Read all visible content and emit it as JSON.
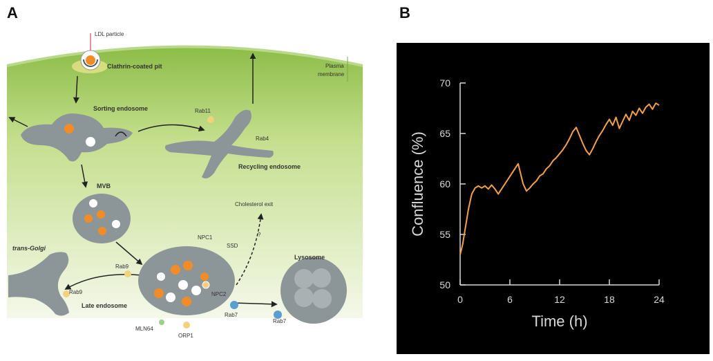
{
  "panel_a": {
    "letter": "A",
    "labels": {
      "ldl": "LDL particle",
      "clathrin": "Clathrin-coated pit",
      "plasma": "Plasma",
      "membrane": "membrane",
      "sorting": "Sorting endosome",
      "rab11": "Rab11",
      "rab4": "Rab4",
      "recycling": "Recycling endosome",
      "mvb": "MVB",
      "chol_exit": "Cholesterol exit",
      "question": "?",
      "npc1": "NPC1",
      "ssd": "SSD",
      "trans_golgi": "trans-Golgi",
      "rab9a": "Rab9",
      "rab9b": "Rab9",
      "late": "Late endosome",
      "npc2": "NPC2",
      "mln64": "MLN64",
      "orp1": "ORP1",
      "rab7a": "Rab7",
      "rab7b": "Rab7",
      "lysosome": "Lysosome"
    },
    "colors": {
      "cell_top": "#8cbd47",
      "cell_bottom": "#f3f7e6",
      "organelle": "#8c9597",
      "cargo": "#f28c28"
    }
  },
  "panel_b": {
    "letter": "B",
    "colors": {
      "background": "#000000",
      "line": "#f5a04a",
      "axis": "#d9d9d9"
    }
  },
  "chart_data": {
    "type": "line",
    "xlabel": "Time (h)",
    "ylabel": "Confluence (%)",
    "xlim": [
      0,
      24
    ],
    "ylim": [
      50,
      70
    ],
    "xticks": [
      0,
      6,
      12,
      18,
      24
    ],
    "yticks": [
      50,
      55,
      60,
      65,
      70
    ],
    "grid": false,
    "series": [
      {
        "x": [
          0,
          0.3,
          0.6,
          1.0,
          1.4,
          1.8,
          2.2,
          2.6,
          3.0,
          3.4,
          3.8,
          4.2,
          4.6,
          5.0,
          5.4,
          5.8,
          6.2,
          6.6,
          7.0,
          7.3,
          7.6,
          8.0,
          8.4,
          8.8,
          9.2,
          9.6,
          10.0,
          10.4,
          10.8,
          11.2,
          11.6,
          12.0,
          12.4,
          12.8,
          13.2,
          13.6,
          14.0,
          14.4,
          14.8,
          15.2,
          15.6,
          16.0,
          16.4,
          16.8,
          17.2,
          17.6,
          18.0,
          18.4,
          18.8,
          19.2,
          19.6,
          20.0,
          20.4,
          20.8,
          21.2,
          21.6,
          22.0,
          22.4,
          22.8,
          23.2,
          23.6,
          24.0
        ],
        "values": [
          53.0,
          54.0,
          55.5,
          57.5,
          59.0,
          59.6,
          59.8,
          59.6,
          59.8,
          59.5,
          59.9,
          59.5,
          59.0,
          59.5,
          60.0,
          60.5,
          61.0,
          61.5,
          62.0,
          61.0,
          60.0,
          59.3,
          59.6,
          60.0,
          60.3,
          60.8,
          61.0,
          61.5,
          61.8,
          62.3,
          62.6,
          63.0,
          63.4,
          63.9,
          64.5,
          65.2,
          65.6,
          64.8,
          64.0,
          63.3,
          62.9,
          63.5,
          64.2,
          64.8,
          65.3,
          65.9,
          66.4,
          65.8,
          66.6,
          65.5,
          66.2,
          66.9,
          66.3,
          67.2,
          66.8,
          67.5,
          67.0,
          67.6,
          67.9,
          67.4,
          68.0,
          67.8
        ]
      }
    ]
  }
}
